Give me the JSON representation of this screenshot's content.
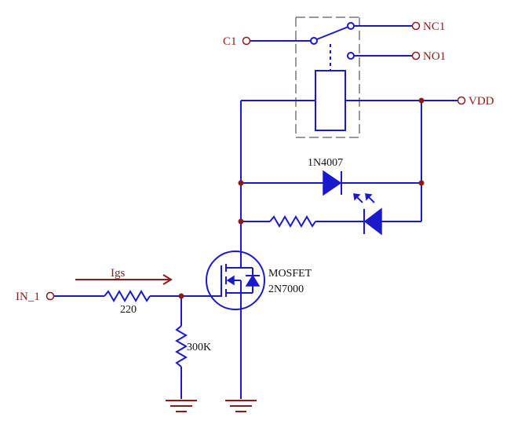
{
  "ports": {
    "c1": "C1",
    "nc1": "NC1",
    "no1": "NO1",
    "vdd": "VDD",
    "in1": "IN_1"
  },
  "components": {
    "diode_part": "1N4007",
    "mosfet_type": "MOSFET",
    "mosfet_part": "2N7000",
    "gate_resistor": "220",
    "pulldown_resistor": "300K",
    "current_label": "Igs"
  },
  "colors": {
    "wire": "#1a1acc",
    "label": "#8b1a1a",
    "text": "#111111"
  }
}
